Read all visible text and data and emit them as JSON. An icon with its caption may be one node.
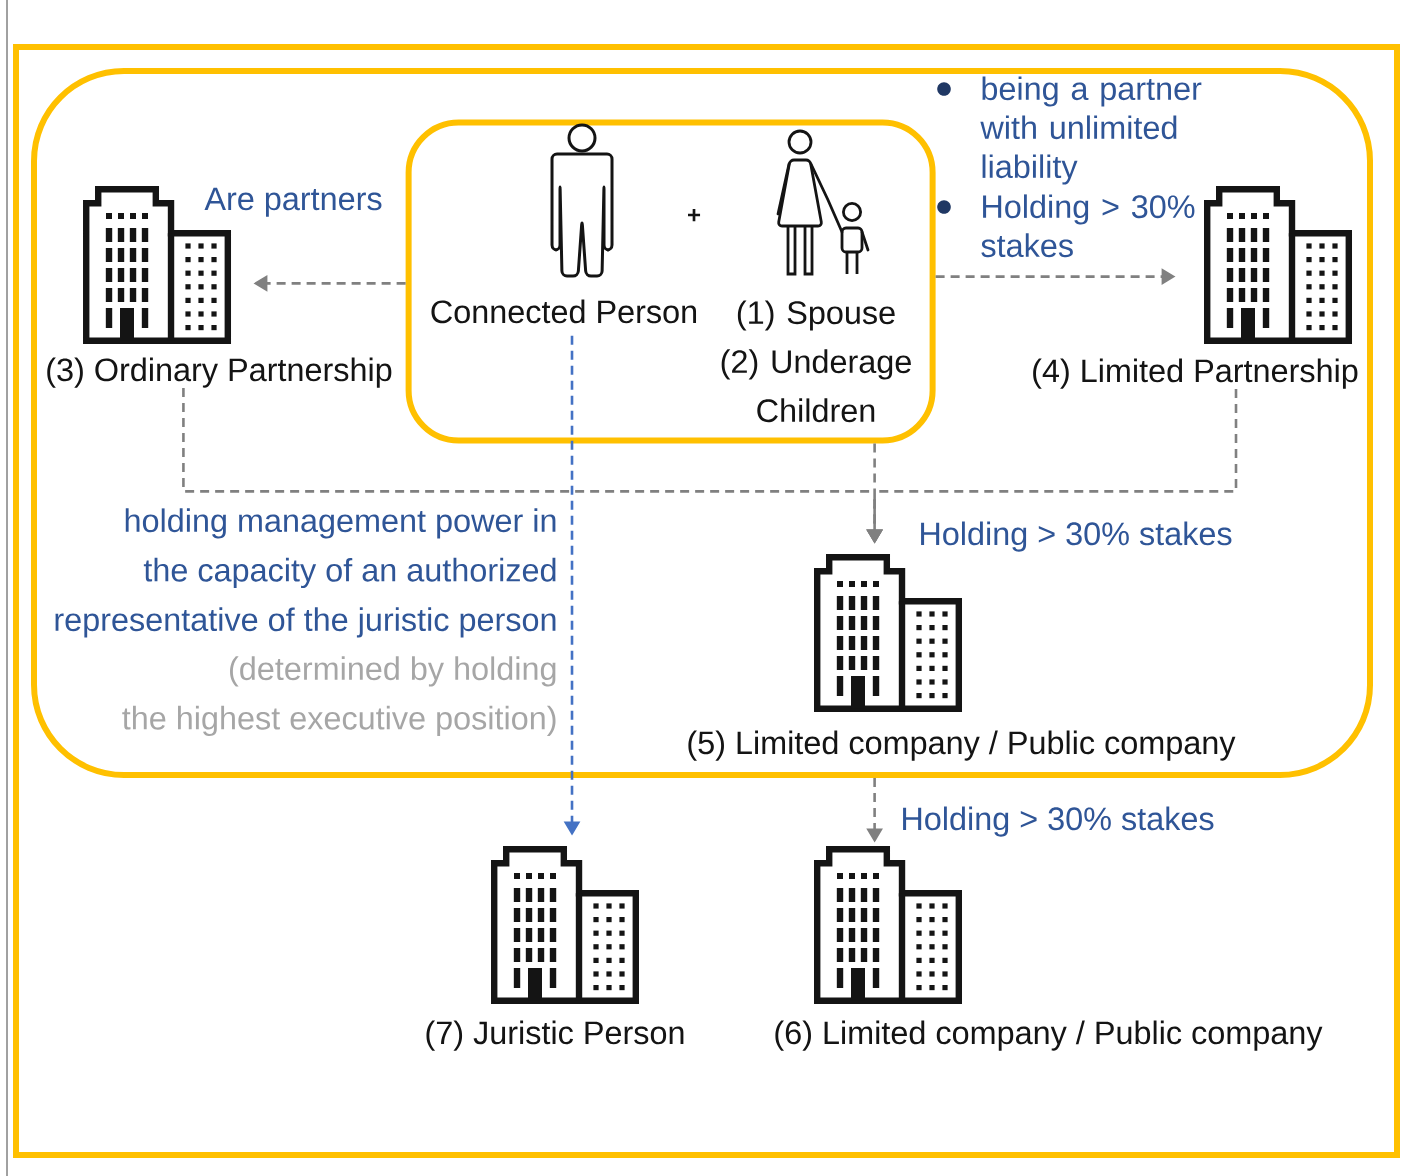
{
  "diagram": {
    "nodes": [
      {
        "text": [],
        "shape": "box"
      },
      {
        "text": [],
        "shape": "box",
        "in": 0
      },
      {
        "text": [
          "Connected Person"
        ],
        "in": 1
      },
      {
        "text": [
          "(1) Spouse",
          "(2) Underage Children"
        ],
        "in": 1
      },
      {
        "text": [
          "(3) Ordinary Partnership"
        ],
        "in": 0
      },
      {
        "text": [
          "(4) Limited Partnership"
        ],
        "in": 0
      },
      {
        "text": [
          "(5) Limited company / Public company"
        ],
        "in": 0
      },
      {
        "text": [
          "(7) Juristic Person"
        ]
      },
      {
        "text": [
          "(6) Limited company / Public company"
        ]
      }
    ],
    "edges": [
      {
        "from": 1,
        "to": 4,
        "arrow": "to",
        "style": "dashed",
        "label": "Are partners"
      },
      {
        "from": 1,
        "to": 5,
        "arrow": "to",
        "style": "dashed"
      },
      {
        "from": 4,
        "to": 6,
        "arrow": "to",
        "style": "dashed"
      },
      {
        "from": 5,
        "to": 6,
        "arrow": "to",
        "style": "dashed"
      },
      {
        "from": 1,
        "to": 6,
        "arrow": "to",
        "style": "dashed",
        "label": "Holding > 30% stakes"
      },
      {
        "from": 2,
        "to": 7,
        "arrow": "to",
        "style": "dashed",
        "color": "#4472c4",
        "label": "holding management power in the capacity of an authorized representative of the juristic person"
      },
      {
        "from": 0,
        "to": 8,
        "arrow": "to",
        "style": "dashed",
        "label": "Holding > 30% stakes"
      }
    ],
    "labels": [
      "being a partner with unlimited liability",
      "Holding > 30% stakes",
      "+",
      "(determined by holding the highest executive position)"
    ]
  }
}
